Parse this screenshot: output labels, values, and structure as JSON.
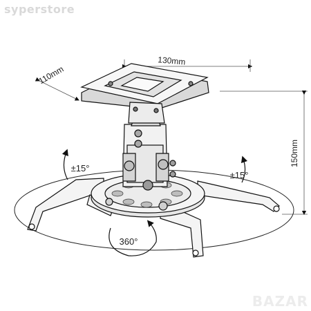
{
  "watermark": "syperstore",
  "logo_text": "BAZAR",
  "dimensions": {
    "width": "130mm",
    "depth": "110mm",
    "height": "150mm"
  },
  "rotation": {
    "tilt_left": "±15°",
    "tilt_right": "±15°",
    "swivel": "360°"
  }
}
